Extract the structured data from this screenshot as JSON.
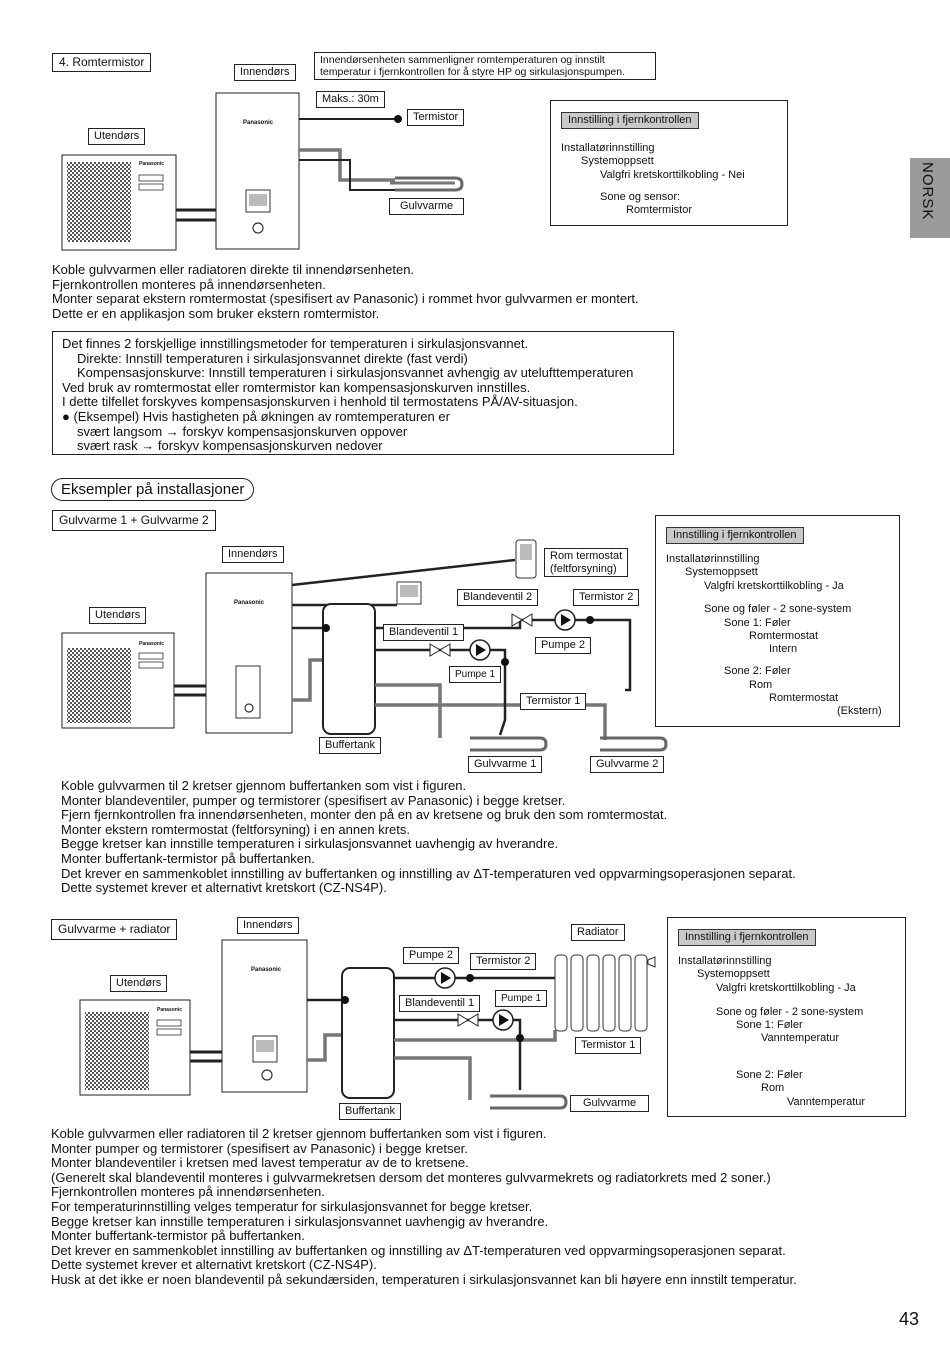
{
  "side_tab": "NORSK",
  "page_number": "43",
  "section1": {
    "title": "4. Romtermistor",
    "labels": {
      "innendors": "Innendørs",
      "note_line1": "Innendørsenheten sammenligner romtemperaturen og innstilt",
      "note_line2": "temperatur i fjernkontrollen for å styre HP og sirkulasjonspumpen.",
      "maks": "Maks.: 30m",
      "termistor": "Termistor",
      "utendors": "Utendørs",
      "gulvvarme": "Gulvvarme",
      "brand": "Panasonic"
    },
    "settings": {
      "header": "Innstilling i fjernkontrollen",
      "lines": [
        "Installatørinnstilling",
        "Systemoppsett",
        "Valgfri kretskorttilkobling - Nei",
        "Sone og sensor:",
        "Romtermistor"
      ]
    },
    "paragraph": [
      "Koble gulvvarmen eller radiatoren direkte til innendørsenheten.",
      "Fjernkontrollen monteres på innendørsenheten.",
      "Monter separat ekstern romtermostat (spesifisert av Panasonic) i rommet hvor gulvvarmen er montert.",
      "Dette er en applikasjon som bruker ekstern romtermistor."
    ],
    "box": [
      "Det finnes 2 forskjellige innstillingsmetoder for temperaturen i sirkulasjonsvannet.",
      "Direkte: Innstill temperaturen i sirkulasjonsvannet direkte (fast verdi)",
      "Kompensasjonskurve: Innstill temperaturen i sirkulasjonsvannet avhengig av utelufttemperaturen",
      "Ved bruk av romtermostat eller romtermistor kan kompensasjonskurven innstilles.",
      "I dette tilfellet forskyves kompensasjonskurven i henhold til termostatens PÅ/AV-situasjon.",
      "● (Eksempel) Hvis hastigheten på økningen av romtemperaturen er",
      "svært langsom → forskyv kompensasjonskurven oppover",
      "svært rask → forskyv kompensasjonskurven nedover"
    ]
  },
  "examples_heading": "Eksempler på installasjoner",
  "section2": {
    "title": "Gulvvarme 1 + Gulvvarme 2",
    "labels": {
      "innendors": "Innendørs",
      "rom_termostat_1": "Rom termostat",
      "rom_termostat_2": "(feltforsyning)",
      "blandeventil2": "Blandeventil 2",
      "termistor2": "Termistor 2",
      "utendors": "Utendørs",
      "blandeventil1": "Blandeventil 1",
      "pumpe2": "Pumpe 2",
      "pumpe1": "Pumpe 1",
      "termistor1": "Termistor 1",
      "buffertank": "Buffertank",
      "gulvvarme1": "Gulvvarme 1",
      "gulvvarme2": "Gulvvarme 2",
      "brand": "Panasonic"
    },
    "settings": {
      "header": "Innstilling i fjernkontrollen",
      "lines": [
        "Installatørinnstilling",
        "Systemoppsett",
        "Valgfri kretskorttilkobling - Ja",
        "Sone og føler - 2 sone-system",
        "Sone 1: Føler",
        "Romtermostat",
        "Intern",
        "Sone 2: Føler",
        "Rom",
        "Romtermostat",
        "(Ekstern)"
      ]
    },
    "paragraph": [
      "Koble gulvvarmen til 2 kretser gjennom buffertanken som vist i figuren.",
      "Monter blandeventiler, pumper og termistorer (spesifisert av Panasonic) i begge kretser.",
      "Fjern fjernkontrollen fra innendørsenheten, monter den på en av kretsene og bruk den som romtermostat.",
      "Monter ekstern romtermostat (feltforsyning) i en annen krets.",
      "Begge kretser kan innstille temperaturen i sirkulasjonsvannet uavhengig av hverandre.",
      "Monter buffertank-termistor på buffertanken.",
      "Det krever en sammenkoblet innstilling av buffertanken og innstilling av ΔT-temperaturen ved oppvarmingsoperasjonen separat.",
      "Dette systemet krever et alternativt kretskort (CZ-NS4P)."
    ]
  },
  "section3": {
    "title": "Gulvvarme + radiator",
    "labels": {
      "innendors": "Innendørs",
      "radiator": "Radiator",
      "pumpe2": "Pumpe 2",
      "termistor2": "Termistor 2",
      "utendors": "Utendørs",
      "blandeventil1": "Blandeventil 1",
      "pumpe1": "Pumpe 1",
      "termistor1": "Termistor 1",
      "buffertank": "Buffertank",
      "gulvvarme": "Gulvvarme",
      "brand": "Panasonic"
    },
    "settings": {
      "header": "Innstilling i fjernkontrollen",
      "lines": [
        "Installatørinnstilling",
        "Systemoppsett",
        "Valgfri kretskorttilkobling - Ja",
        "Sone og føler - 2 sone-system",
        "Sone 1: Føler",
        "Vanntemperatur",
        "Sone 2: Føler",
        "Rom",
        "Vanntemperatur"
      ]
    },
    "paragraph": [
      "Koble gulvvarmen eller radiatoren til 2 kretser gjennom buffertanken som vist i figuren.",
      "Monter pumper og termistorer (spesifisert av Panasonic) i begge kretser.",
      "Monter blandeventiler i kretsen med lavest temperatur av de to kretsene.",
      "(Generelt skal blandeventil monteres i gulvvarmekretsen dersom det monteres gulvvarmekrets og radiatorkrets med 2 soner.)",
      "Fjernkontrollen monteres på innendørsenheten.",
      "For temperaturinnstilling velges temperatur for sirkulasjonsvannet for begge kretser.",
      "Begge kretser kan innstille temperaturen i sirkulasjonsvannet uavhengig av hverandre.",
      "Monter buffertank-termistor på buffertanken.",
      "Det krever en sammenkoblet innstilling av buffertanken og innstilling av ΔT-temperaturen ved oppvarmingsoperasjonen separat.",
      "Dette systemet krever et alternativt kretskort (CZ-NS4P).",
      "Husk at det ikke er noen blandeventil på sekundærsiden, temperaturen i sirkulasjonsvannet kan bli høyere enn innstilt temperatur."
    ]
  }
}
